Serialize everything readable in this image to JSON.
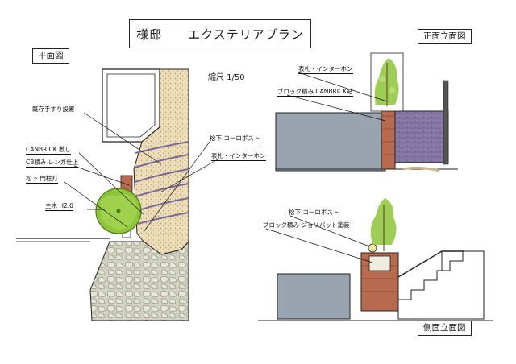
{
  "title": {
    "owner_suffix": "様邸",
    "plan_name": "エクステリアプラン"
  },
  "views": {
    "plan": "平面図",
    "front": "正面立面図",
    "side": "側面立面図"
  },
  "scale": "縮尺 1/50",
  "plan_labels": {
    "existing_rail": "既存手すり設置",
    "canbrick_paving": "CANBRICK 敷し",
    "cb_block": "CB積み レンガ仕上",
    "gate_pillar": "松下 門柱灯",
    "tree": "主木 H2.0",
    "post": "松下 コーロポスト",
    "intercom": "表札・インターホン"
  },
  "front_labels": {
    "nameplate_intercom": "表札・インターホン",
    "block_canbrick": "ブロック積み CANBRICK貼"
  },
  "side_labels": {
    "post": "松下 コーロポスト",
    "block_jolypat": "ブロック積み ジョリパット塗装"
  },
  "colors": {
    "paving_sand": "#eddcb8",
    "brick_purple": "#8a7aa8",
    "wall_gray": "#9aa3b0",
    "tree_green": "#8ec53a",
    "stone": "#d8d5c8",
    "brick_red": "#b86a4f"
  },
  "icons": [
    "tree-icon",
    "lamp-icon",
    "mailbox-icon"
  ]
}
